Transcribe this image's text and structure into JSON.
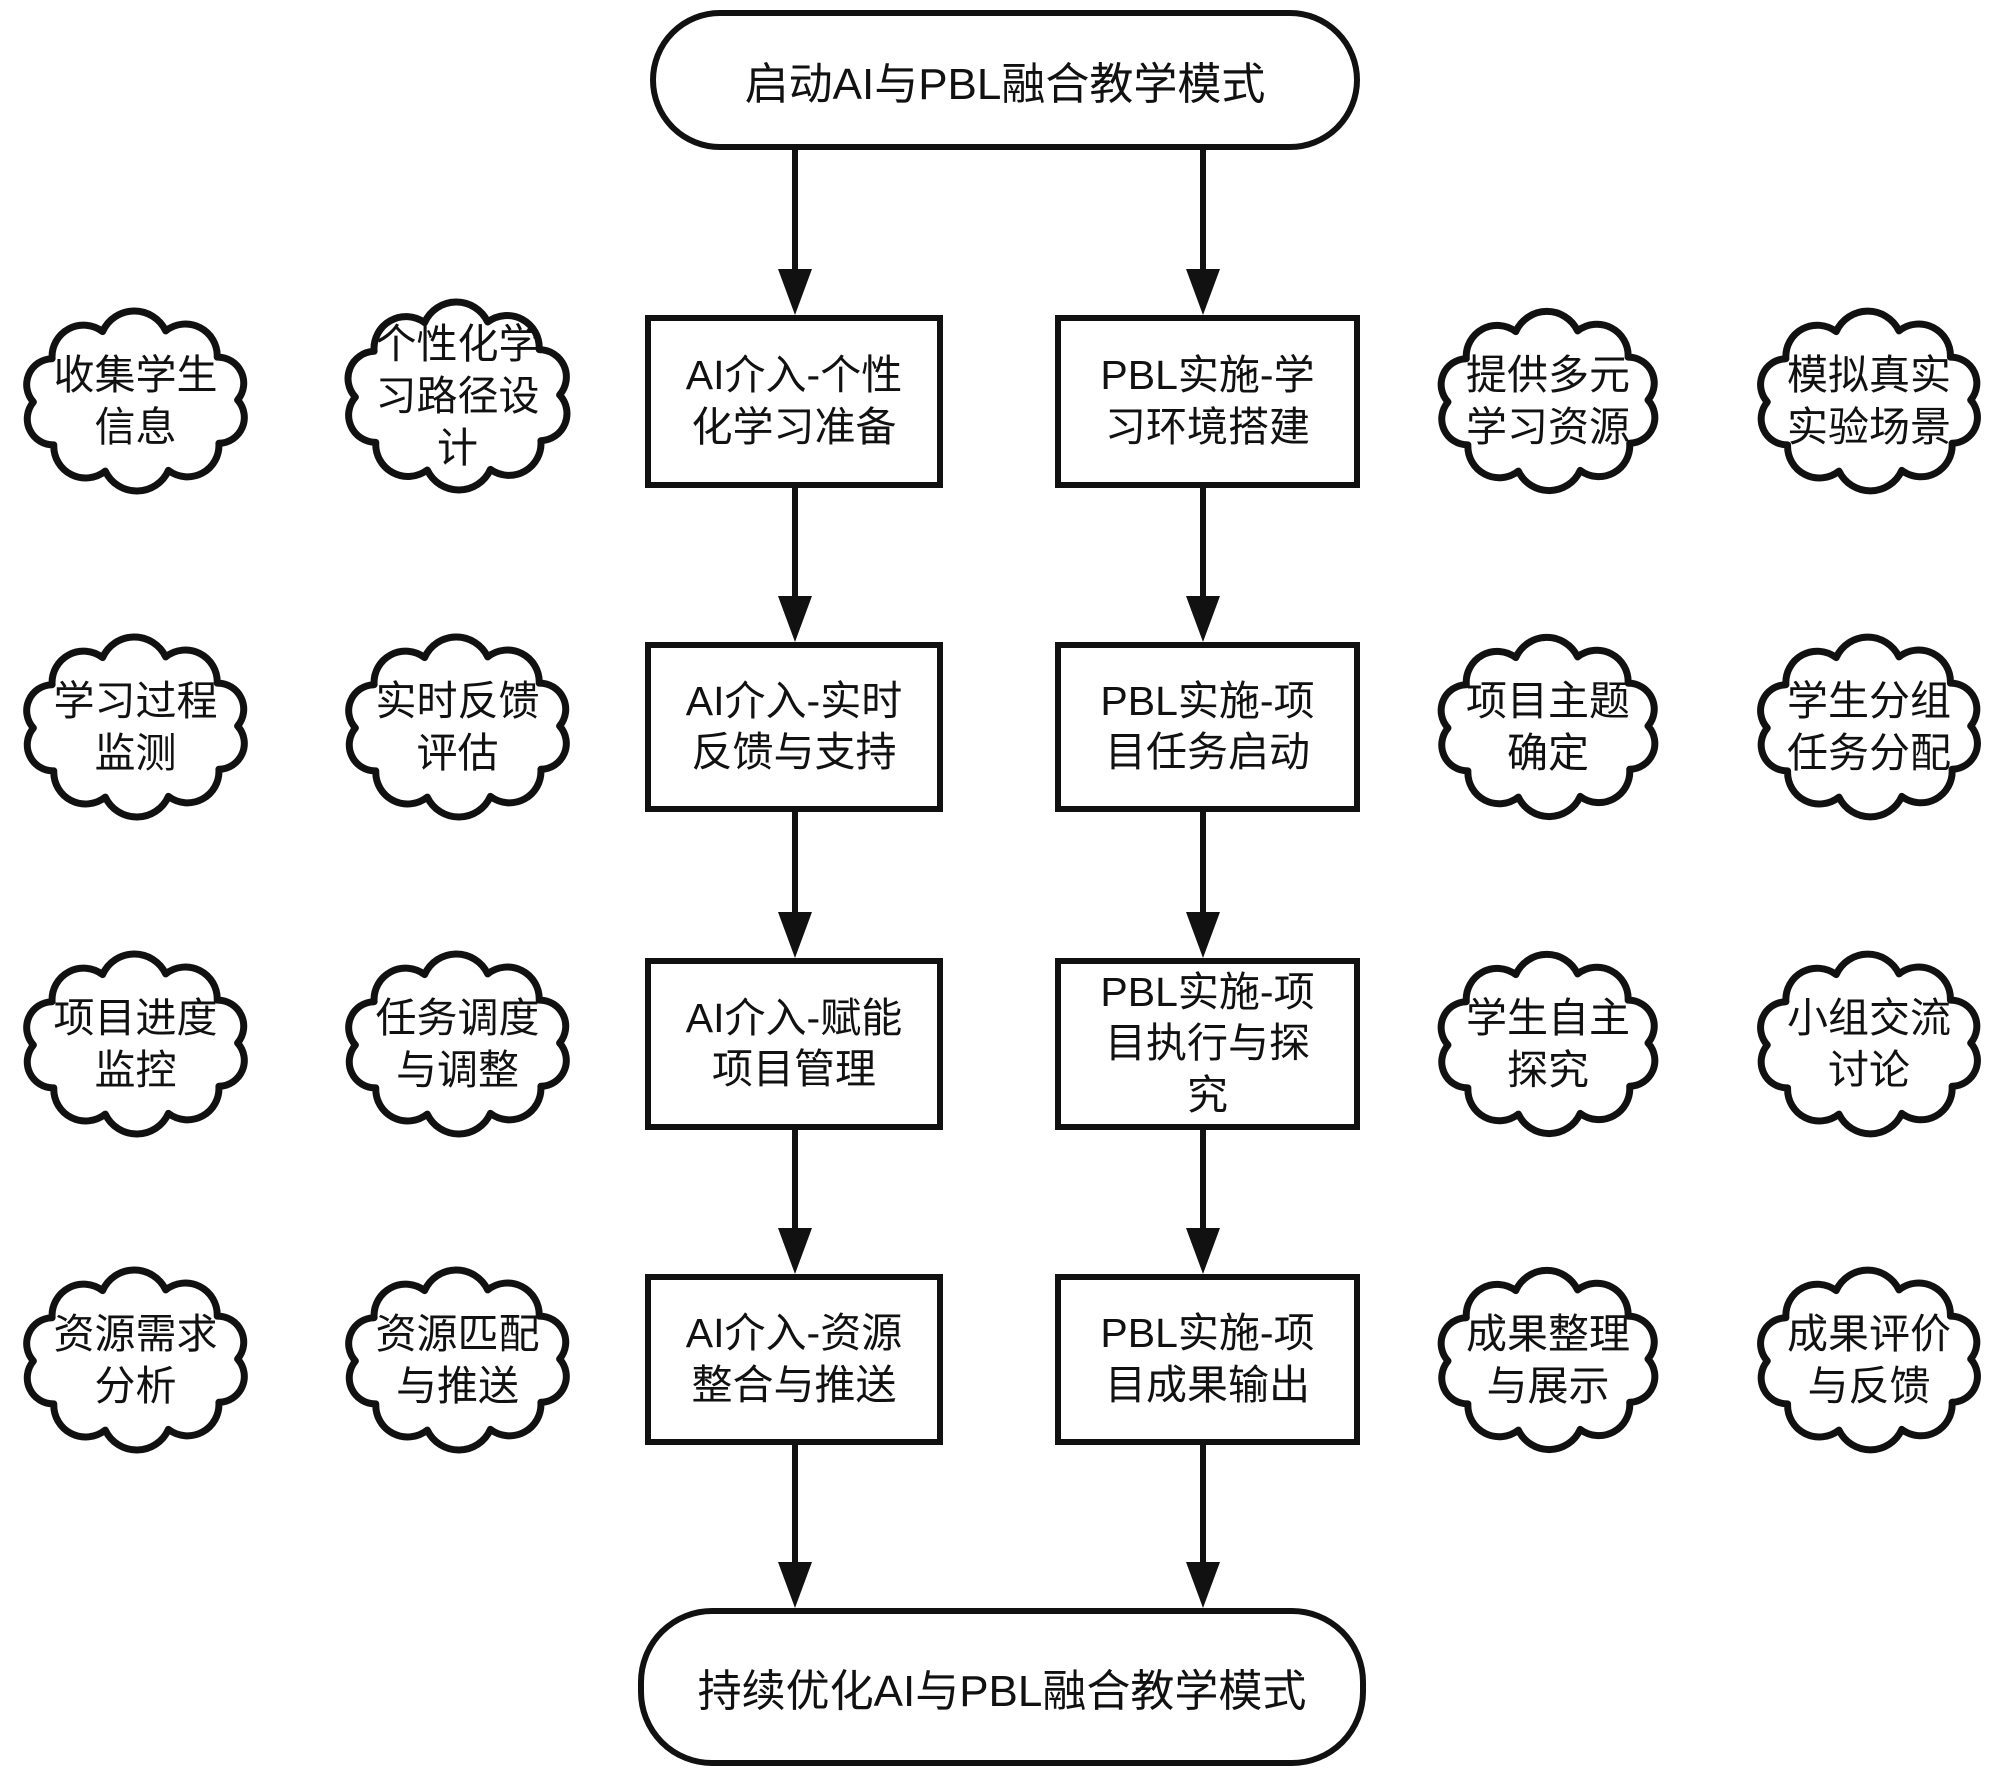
{
  "flow": {
    "start_label": "启动AI与PBL融合教学模式",
    "end_label": "持续优化AI与PBL融合教学模式",
    "ai_steps": [
      "AI介入-个性化学习准备",
      "AI介入-实时反馈与支持",
      "AI介入-赋能项目管理",
      "AI介入-资源整合与推送"
    ],
    "pbl_steps": [
      "PBL实施-学习环境搭建",
      "PBL实施-项目任务启动",
      "PBL实施-项目执行与探究",
      "PBL实施-项目成果输出"
    ],
    "ai_inputs": [
      "收集学生信息",
      "学习过程监测",
      "项目进度监控",
      "资源需求分析"
    ],
    "ai_outputs": [
      "个性化学习路径设计",
      "实时反馈评估",
      "任务调度与调整",
      "资源匹配与推送"
    ],
    "pbl_supports": [
      "提供多元学习资源",
      "项目主题确定",
      "学生自主探究",
      "成果整理与展示"
    ],
    "pbl_activities": [
      "模拟真实实验场景",
      "学生分组任务分配",
      "小组交流讨论",
      "成果评价与反馈"
    ],
    "colors": {
      "line": "#111111",
      "background": "#ffffff"
    }
  }
}
